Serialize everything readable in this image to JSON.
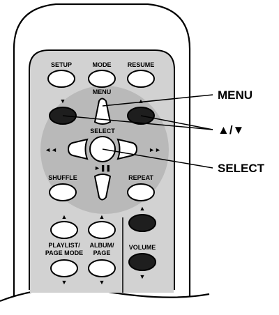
{
  "colors": {
    "outline": "#000000",
    "remote_body": "#ffffff",
    "button_panel": "#d2d2d2",
    "dpad_ring": "#b9b9b9",
    "button_light": "#ffffff",
    "button_dark": "#1e1e1e"
  },
  "buttons": {
    "setup": "SETUP",
    "mode": "MODE",
    "resume": "RESUME",
    "menu": "MENU",
    "select": "SELECT",
    "shuffle": "SHUFFLE",
    "repeat": "REPEAT",
    "playlist_line1": "PLAYLIST/",
    "playlist_line2": "PAGE MODE",
    "album_line1": "ALBUM/",
    "album_line2": "PAGE",
    "volume": "VOLUME"
  },
  "symbols": {
    "down_arrow": "▼",
    "up_arrow": "▲",
    "play_pause": "►❚❚",
    "prev": "◄◄",
    "next": "►►"
  },
  "callouts": {
    "menu": "MENU",
    "arrows": "▲/▼",
    "select": "SELECT"
  },
  "icons": [
    "down-arrow-icon",
    "up-arrow-icon",
    "play-pause-icon",
    "previous-track-icon",
    "next-track-icon"
  ]
}
